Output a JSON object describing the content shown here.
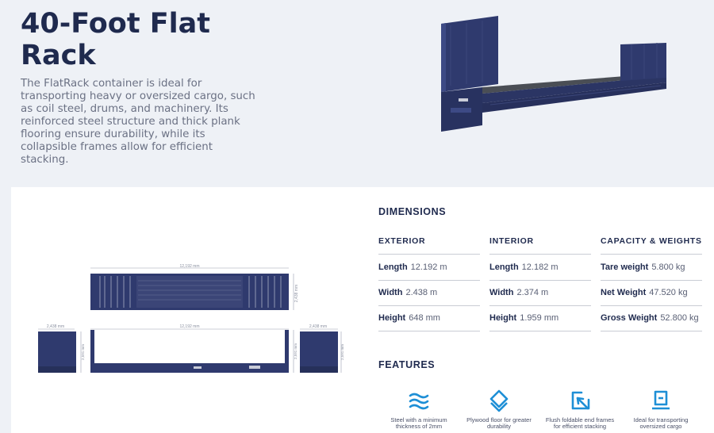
{
  "hero": {
    "title": "40-Foot Flat Rack",
    "description": "The FlatRack container is ideal for transporting heavy or oversized cargo, such as coil steel, drums, and machinery. Its reinforced steel structure and thick plank flooring ensure durability, while its collapsible frames allow for efficient stacking."
  },
  "diagram": {
    "top_length": "12,192 mm",
    "top_width": "2,438 mm",
    "side_left_width": "2,438 mm",
    "side_length": "12,192 mm",
    "side_right_width": "2,438 mm",
    "side_left_height": "2,591 mm",
    "side_center_height": "2,591 mm",
    "side_right_height": "2,591 mm"
  },
  "dimensions": {
    "title": "DIMENSIONS",
    "columns": [
      {
        "heading": "EXTERIOR",
        "rows": [
          {
            "label": "Length",
            "value": "12.192 m"
          },
          {
            "label": "Width",
            "value": "2.438 m"
          },
          {
            "label": "Height",
            "value": "648 mm"
          }
        ]
      },
      {
        "heading": "INTERIOR",
        "rows": [
          {
            "label": "Length",
            "value": "12.182 m"
          },
          {
            "label": "Width",
            "value": "2.374 m"
          },
          {
            "label": "Height",
            "value": "1.959 mm"
          }
        ]
      },
      {
        "heading": "CAPACITY & WEIGHTS",
        "rows": [
          {
            "label": "Tare weight",
            "value": "5.800 kg"
          },
          {
            "label": "Net Weight",
            "value": "47.520 kg"
          },
          {
            "label": "Gross Weight",
            "value": "52.800 kg"
          }
        ]
      }
    ]
  },
  "features": {
    "title": "FEATURES",
    "items": [
      {
        "icon": "waves-icon",
        "text": "Steel with a minimum thickness of 2mm"
      },
      {
        "icon": "layers-icon",
        "text": "Plywood floor for greater durability"
      },
      {
        "icon": "fold-icon",
        "text": "Flush foldable end frames for efficient stacking"
      },
      {
        "icon": "cargo-icon",
        "text": "Ideal for transporting oversized cargo"
      }
    ]
  },
  "colors": {
    "brand_navy": "#1f2a4e",
    "container_blue": "#2f3a6e",
    "accent_blue": "#1e8fd6",
    "hero_bg": "#eef1f6"
  }
}
